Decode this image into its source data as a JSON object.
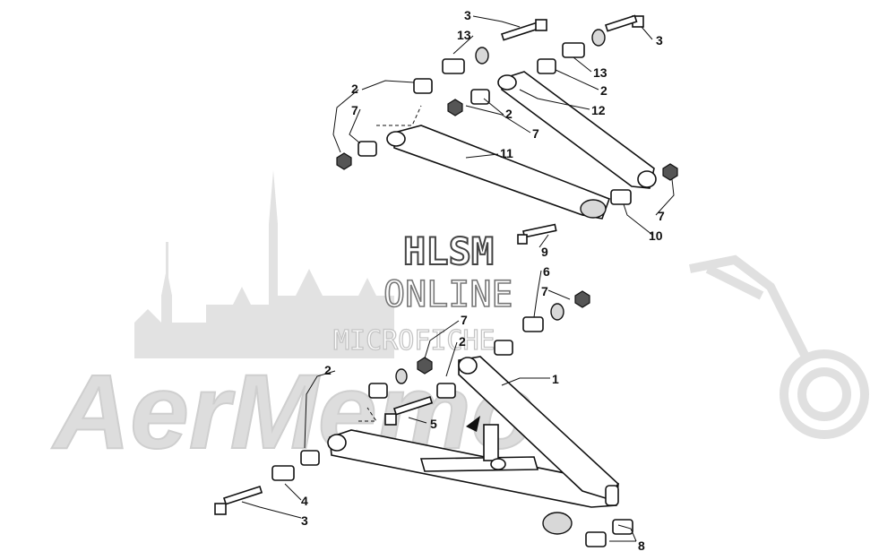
{
  "watermark": {
    "brand": "AerMemo",
    "line1": "HLSM",
    "line2": "ONLINE",
    "line3": "MICROFICHE"
  },
  "callouts": [
    {
      "id": "c-3-top",
      "text": "3"
    },
    {
      "id": "c-13-top",
      "text": "13"
    },
    {
      "id": "c-3-right",
      "text": "3"
    },
    {
      "id": "c-13-right",
      "text": "13"
    },
    {
      "id": "c-2-left-top",
      "text": "2"
    },
    {
      "id": "c-7-left-top",
      "text": "7"
    },
    {
      "id": "c-2-mid-top",
      "text": "2"
    },
    {
      "id": "c-7-mid-top",
      "text": "7"
    },
    {
      "id": "c-2-right-top",
      "text": "2"
    },
    {
      "id": "c-12",
      "text": "12"
    },
    {
      "id": "c-11",
      "text": "11"
    },
    {
      "id": "c-7-right-mid",
      "text": "7"
    },
    {
      "id": "c-10",
      "text": "10"
    },
    {
      "id": "c-9",
      "text": "9"
    },
    {
      "id": "c-6",
      "text": "6"
    },
    {
      "id": "c-7-right-low",
      "text": "7"
    },
    {
      "id": "c-7-mid-low",
      "text": "7"
    },
    {
      "id": "c-2-mid-low",
      "text": "2"
    },
    {
      "id": "c-1",
      "text": "1"
    },
    {
      "id": "c-2-left-low",
      "text": "2"
    },
    {
      "id": "c-5",
      "text": "5"
    },
    {
      "id": "c-4",
      "text": "4"
    },
    {
      "id": "c-3-bottom",
      "text": "3"
    },
    {
      "id": "c-8",
      "text": "8"
    }
  ]
}
